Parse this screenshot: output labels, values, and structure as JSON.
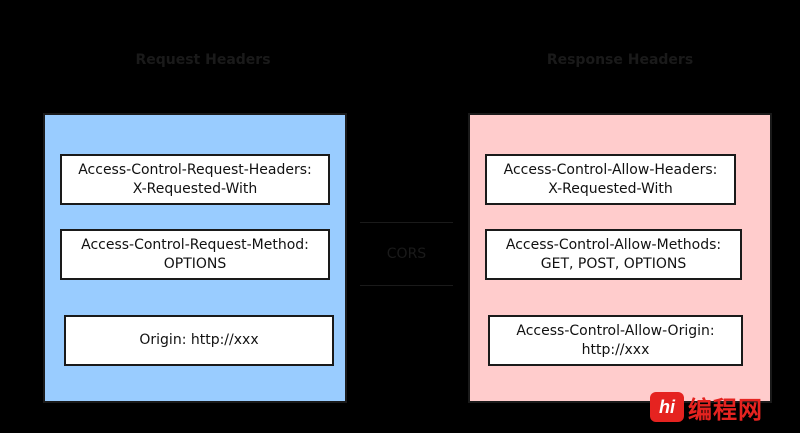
{
  "request": {
    "title": "Request Headers",
    "headers": [
      {
        "line1": "Access-Control-Request-Headers:",
        "line2": "X-Requested-With"
      },
      {
        "line1": "Access-Control-Request-Method:",
        "line2": "OPTIONS"
      },
      {
        "line1": "Origin: http://xxx",
        "line2": ""
      }
    ]
  },
  "response": {
    "title": "Response Headers",
    "headers": [
      {
        "line1": "Access-Control-Allow-Headers:",
        "line2": "X-Requested-With"
      },
      {
        "line1": "Access-Control-Allow-Methods:",
        "line2": "GET, POST, OPTIONS"
      },
      {
        "line1": "Access-Control-Allow-Origin:",
        "line2": "http://xxx"
      }
    ]
  },
  "connector": {
    "label": "CORS"
  },
  "watermark": {
    "logo": "编程网",
    "mark": "hi"
  },
  "colors": {
    "background": "#000000",
    "request_panel": "#99ccff",
    "response_panel": "#ffcccc",
    "header_box": "#ffffff",
    "watermark": "#e52320"
  }
}
